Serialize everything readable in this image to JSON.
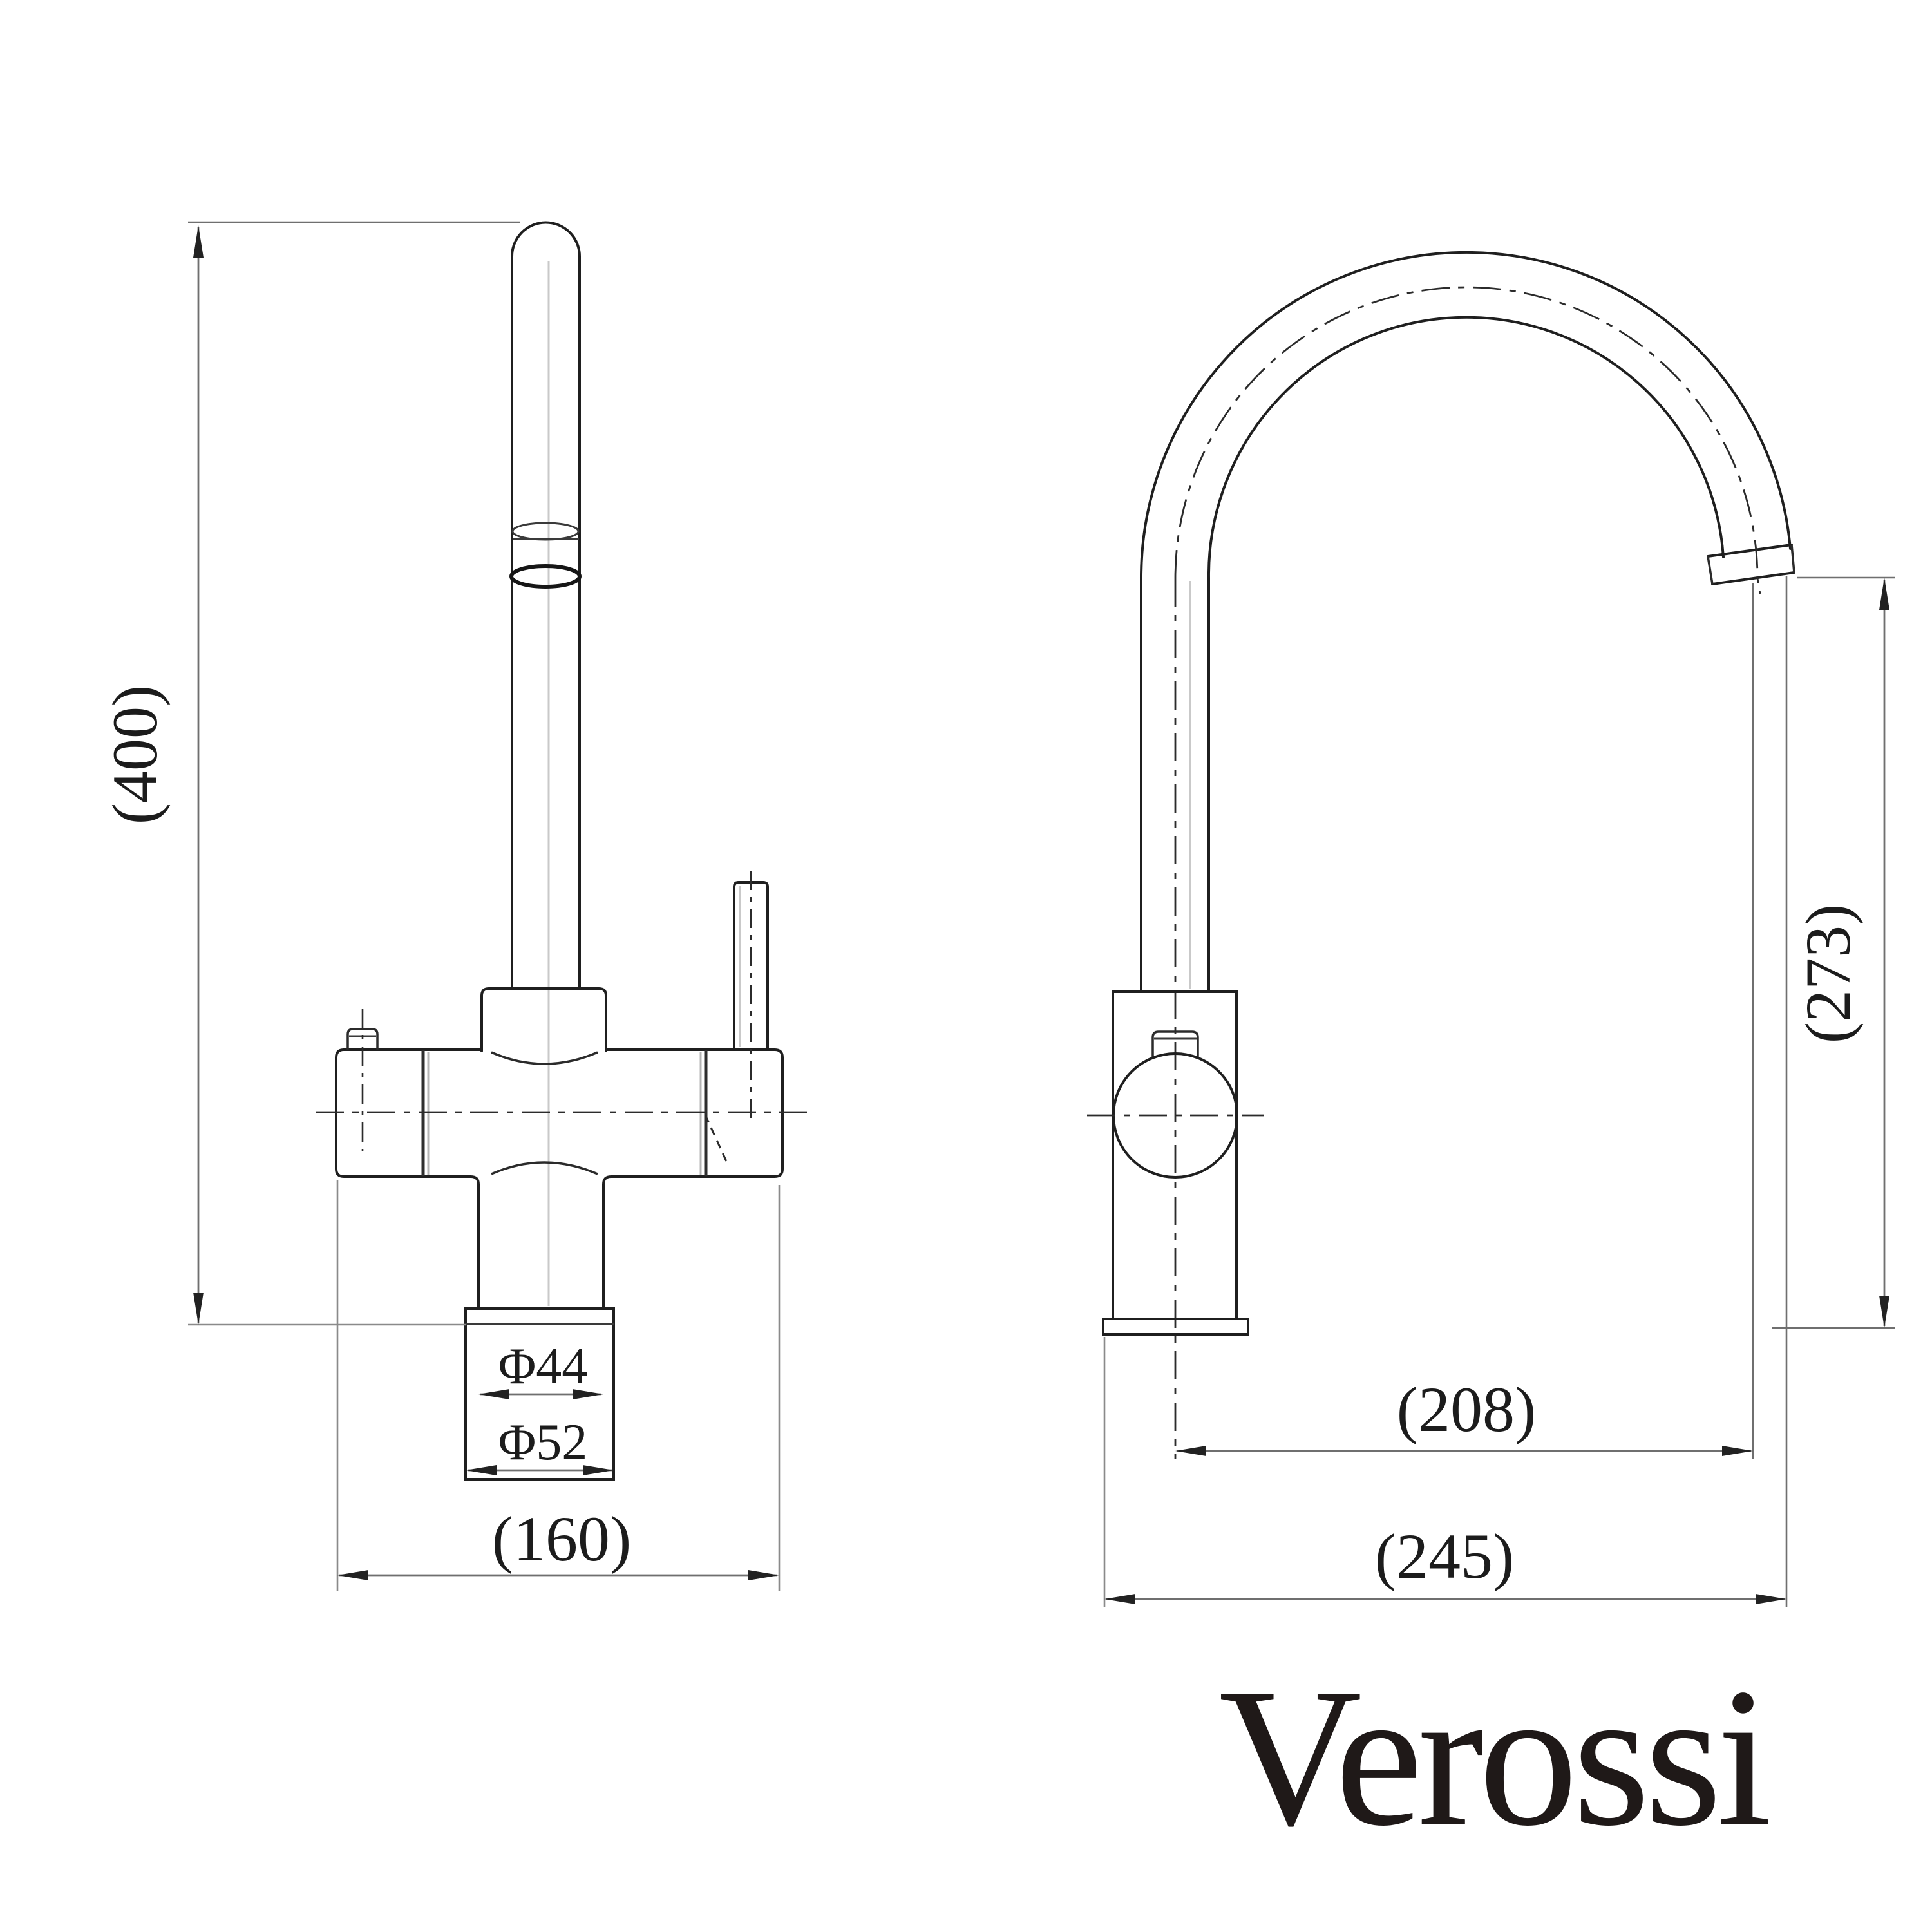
{
  "drawing": {
    "type": "technical-dimension-drawing",
    "subject": "kitchen mixer tap, front view and side view",
    "background": "#ffffff",
    "line_color": "#1f1f1f",
    "dim_line_color": "#6f6f6f",
    "views": {
      "front": {
        "name": "front view (spout, body, handles, shank, flange)"
      },
      "side": {
        "name": "side view (gooseneck spout, body, base plate)"
      }
    },
    "dims": {
      "height": {
        "label": "(400)",
        "meaning": "overall height above counter"
      },
      "body_width": {
        "label": "(160)",
        "meaning": "overall body width"
      },
      "shank_dia": {
        "label": "Φ44",
        "meaning": "shank diameter"
      },
      "flange_dia": {
        "label": "Φ52",
        "meaning": "flange diameter"
      },
      "reach_center": {
        "label": "(208)",
        "meaning": "spout reach from body centre"
      },
      "reach_overall": {
        "label": "(245)",
        "meaning": "overall projection"
      },
      "spout_height": {
        "label": "(273)",
        "meaning": "spout outlet height"
      }
    },
    "brand": {
      "name": "Verossi",
      "color": "#1f1918"
    }
  }
}
